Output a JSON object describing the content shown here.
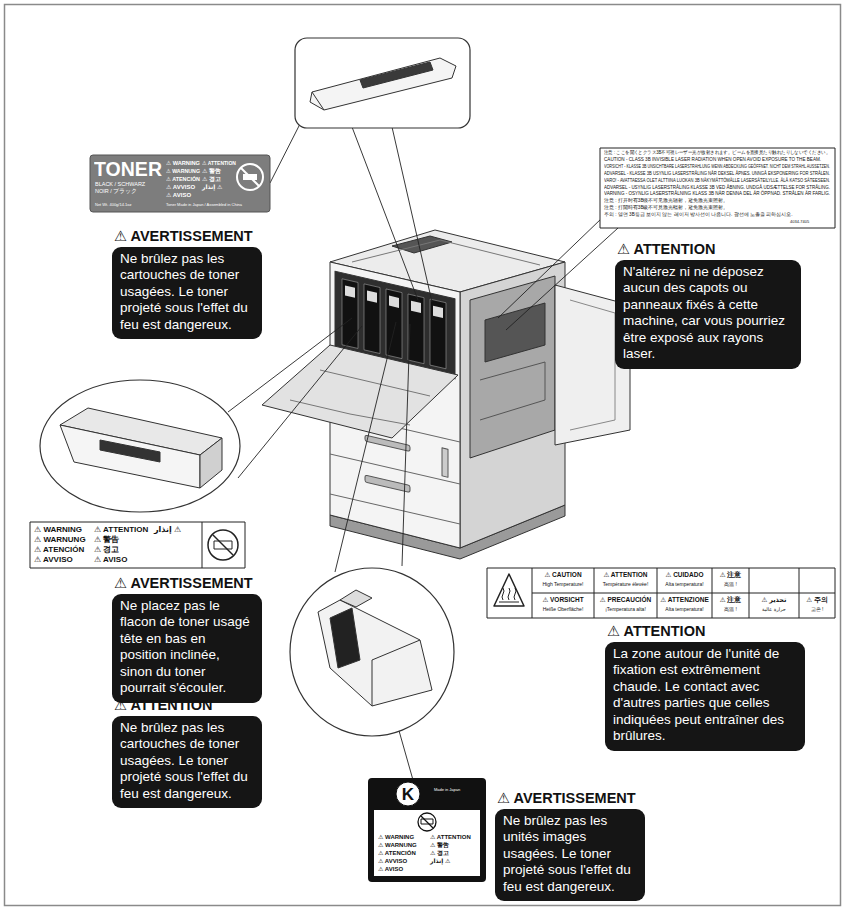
{
  "diagram": {
    "nodes": [
      {
        "text": [
          "TONER",
          "BLACK / SCHWARZ",
          "NOIR / ブラック",
          "⚠ WARNING",
          "⚠ ATTENTION",
          "⚠ WARNUNG",
          "⚠ 警告",
          "⚠ ATENCIÓN",
          "⚠ 경고",
          "⚠ AVVISO",
          "إنذار ⚠",
          "⚠ AVISO",
          "Net Wt. 400g/14.1oz",
          "Toner Made in Japan / Assembled in China"
        ]
      },
      {
        "text": [
          "⚠ AVERTISSEMENT",
          "Ne brûlez pas les cartouches de toner usagées. Le toner projeté sous l'effet du feu est dangereux."
        ]
      },
      {
        "text": [
          "注意 : ここを開くとクラス3B不可視レーザー光が放射されます。ビームを直接見たり触れたりしないでください。",
          "CAUTION - CLASS 3B INVISIBLE LASER RADIATION WHEN OPEN AVOID EXPOSURE TO THE BEAM.",
          "VORSICHT - KLASSE 3B UNSICHTBARE LASERSTRAHLUNG WENN ABDECKUNG GEÖFFNET. NICHT DEM STRAHL AUSSETZEN.",
          "ADVARSEL - KLASSE 3B USYNLIG LASERSTRÅLING NÅR DEKSEL ÅPNES. UNNGÅ EKSPONERING FOR STRÅLEN.",
          "VARO! - AVATTAESSA OLET ALTTIINA LUOKAN 3B NÄKYMÄTTÖMÄLLE LASERSÄTEILYLLE. ÄLÄ KATSO SÄTEESEEN.",
          "ADVARSEL - USYNLIG LASERSTRÅLING KLASSE 3B VED ÅBNING. UNDGÅ UDSÆTTELSE FOR STRÅLING.",
          "VARNING - OSYNLIG LASERSTRÅLNING KLASS 3B NÄR DENNA DEL ÄR ÖPPNAD. STRÅLEN ÄR FARLIG.",
          "注意 : 打开时有3B级不可见激光辐射，避免激光束照射。",
          "注意 : 打開時有3B級不可見激光輻射，避免激光束照射。",
          "주의 : 열면 3B등급 보이지 않는 레이저 방사선이 나옵니다. 광선에 노출을 피하십시오.",
          "4034-7405"
        ]
      },
      {
        "text": [
          "⚠ ATTENTION",
          "N'altérez ni ne déposez aucun des capots ou panneaux fixés à cette machine, car vous pourriez être exposé aux rayons laser."
        ]
      },
      {
        "text": [
          "⚠ WARNING",
          "⚠ ATTENTION",
          "إنذار ⚠",
          "⚠ WARNUNG",
          "⚠ 警告",
          "⚠ ATENCIÓN",
          "⚠ 경고",
          "⚠ AVVISO",
          "⚠ AVISO"
        ]
      },
      {
        "text": [
          "⚠ AVERTISSEMENT",
          "Ne placez pas le flacon de toner usagé tête en bas en position inclinée, sinon du toner pourrait s'écouler."
        ]
      },
      {
        "text": [
          "⚠ ATTENTION",
          "Ne brûlez pas les cartouches de toner usagées. Le toner projeté sous l'effet du feu est dangereux."
        ]
      },
      {
        "text": [
          "⚠ CAUTION",
          "High Temperature!",
          "⚠ ATTENTION",
          "Température élevée!",
          "⚠ CUIDADO",
          "Alta temperatura!",
          "⚠ 注意",
          "高温 !",
          "⚠ VORSICHT",
          "Heiße Oberfläche!",
          "⚠ PRECAUCIÓN",
          "¡Temperatura alta!",
          "⚠ ATTENZIONE",
          "Alta temperatura!",
          "⚠ 注意",
          "高温 !",
          "⚠ تحذير",
          "حرارة عالية",
          "⚠ 주의",
          "고온 !"
        ]
      },
      {
        "text": [
          "⚠ ATTENTION",
          "La zone autour de l'unité de fixation est extrêmement chaude. Le contact avec d'autres parties que celles indiquées peut entraîner des brûlures."
        ]
      },
      {
        "text": [
          "K",
          "Made in Japan",
          "⚠ WARNING",
          "⚠ ATTENTION",
          "⚠ WARNUNG",
          "⚠ 警告",
          "⚠ ATENCIÓN",
          "⚠ 경고",
          "⚠ AVVISO",
          "إنذار ⚠",
          "⚠ AVISO"
        ]
      },
      {
        "text": [
          "⚠ AVERTISSEMENT",
          "Ne brûlez pas les unités images usagées. Le toner projeté sous l'effet du feu est dangereux."
        ]
      }
    ]
  }
}
